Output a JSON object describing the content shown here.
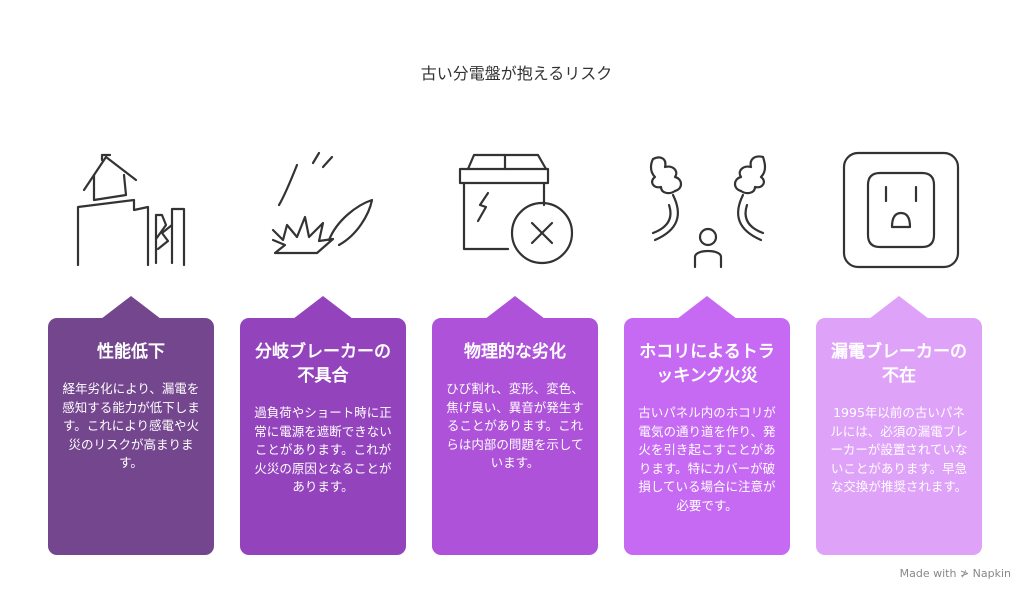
{
  "title": "古い分電盤が抱えるリスク",
  "footer": "Made with ≯ Napkin",
  "colors": [
    "#74468e",
    "#9344bd",
    "#ad52d9",
    "#c66af3",
    "#dea2f8"
  ],
  "cards": [
    {
      "icon": "collapsing-house-icon",
      "title": "性能低下",
      "body": "経年劣化により、漏電を感知する能力が低下します。これにより感電や火災のリスクが高まります。"
    },
    {
      "icon": "spark-icon",
      "title": "分岐ブレーカーの不具合",
      "body": "過負荷やショート時に正常に電源を遮断できないことがあります。これが火災の原因となることがあります。"
    },
    {
      "icon": "damaged-box-icon",
      "title": "物理的な劣化",
      "body": "ひび割れ、変形、変色、焦げ臭い、異音が発生することがあります。これらは内部の問題を示しています。"
    },
    {
      "icon": "smoke-person-icon",
      "title": "ホコリによるトラッキング火災",
      "body": "古いパネル内のホコリが電気の通り道を作り、発火を引き起こすことがあります。特にカバーが破損している場合に注意が必要です。"
    },
    {
      "icon": "outlet-icon",
      "title": "漏電ブレーカーの不在",
      "body": "1995年以前の古いパネルには、必須の漏電ブレーカーが設置されていないことがあります。早急な交換が推奨されます。"
    }
  ]
}
